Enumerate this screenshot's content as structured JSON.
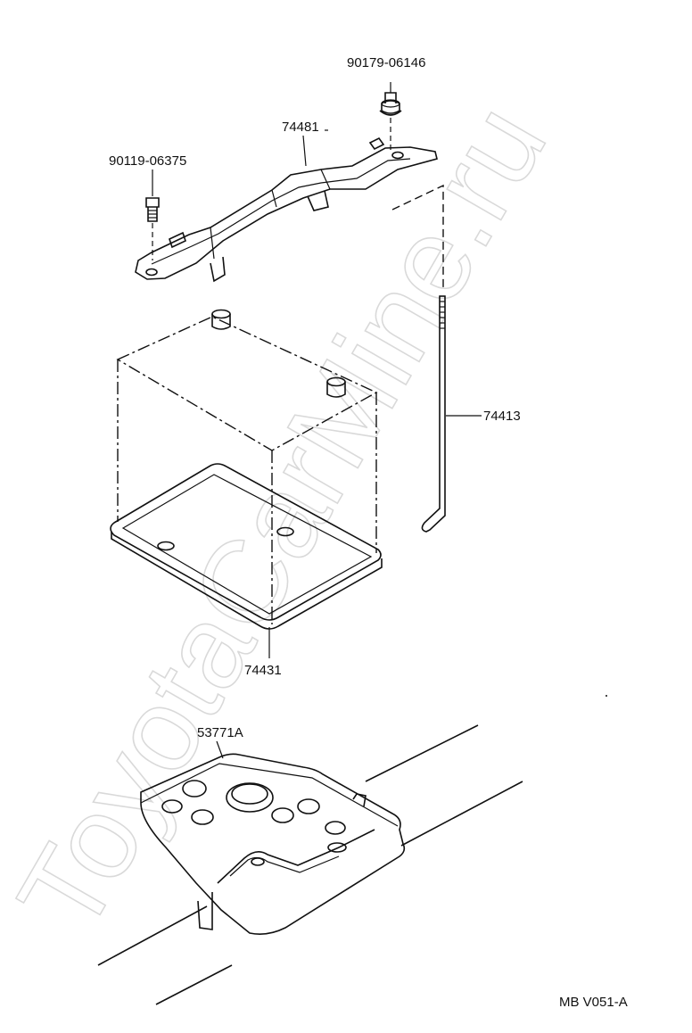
{
  "diagram": {
    "watermark": "ToyotaCarMine.ru",
    "code": "MB V051-A"
  },
  "parts": {
    "nut": "90179-06146",
    "bolt": "90119-06375",
    "clamp": "74481",
    "hold_down_rod": "74413",
    "battery_tray": "74431",
    "carrier": "53771A"
  }
}
